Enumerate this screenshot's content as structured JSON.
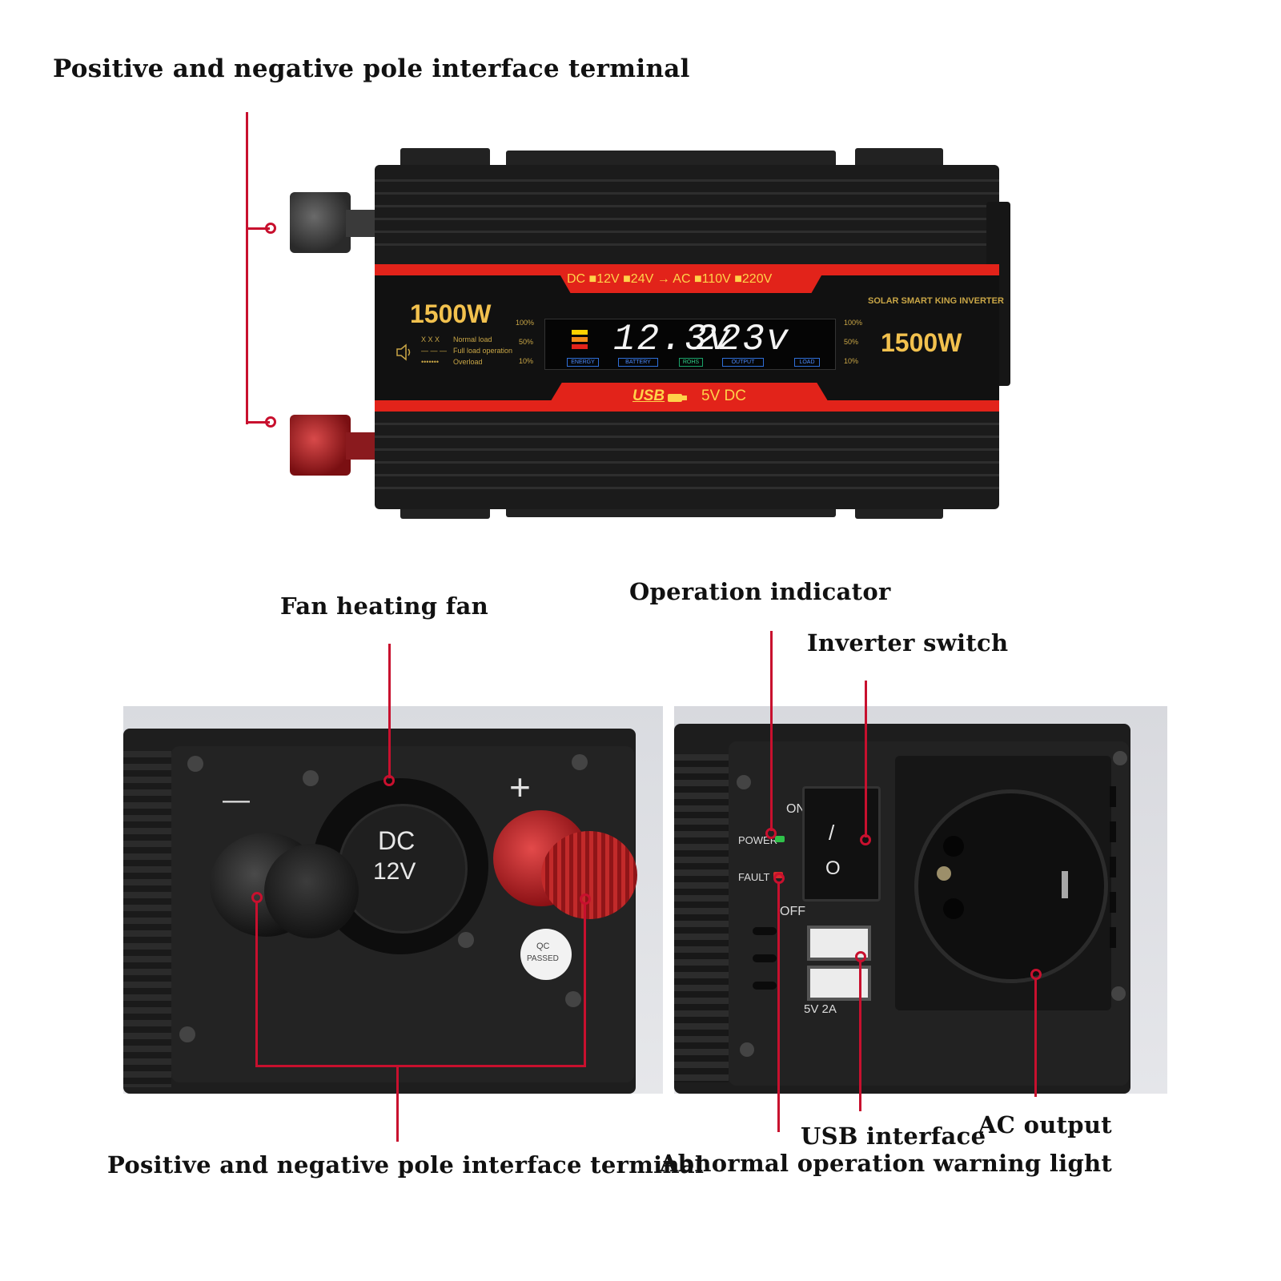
{
  "labels": {
    "top_terminal": "Positive and negative pole interface terminal",
    "fan": "Fan heating fan",
    "operation_indicator": "Operation indicator",
    "inverter_switch": "Inverter switch",
    "usb_interface": "USB interface",
    "ac_output": "AC output",
    "bottom_terminal": "Positive and negative pole interface terminal",
    "warning_light": "Abnormal operation warning light"
  },
  "inverter": {
    "mode_line": "DC ■12V ■24V → AC ■110V ■220V",
    "watt_left": "1500W",
    "watt_right": "1500W",
    "brand": "SOLAR SMART KING INVERTER",
    "lcd_left": "12.3v",
    "lcd_right": "223v",
    "lcd_tags": [
      "ENERGY",
      "BATTERY",
      "ROHS",
      "OUTPUT",
      "LOAD"
    ],
    "pct_left": [
      "100%",
      "50%",
      "10%"
    ],
    "pct_right": [
      "100%",
      "50%",
      "10%"
    ],
    "legend": [
      "Normal load",
      "Full load operation",
      "Overload"
    ],
    "legend_marks": [
      "X X X",
      "— — —",
      "•••••••"
    ],
    "usb_logo": "USB",
    "usb_text": "5V DC"
  },
  "fan_side": {
    "minus": "—",
    "plus": "+",
    "fan_dc": "DC",
    "fan_v": "12V",
    "qc_1": "QC",
    "qc_2": "PASSED"
  },
  "ac_side": {
    "on": "ON",
    "off": "OFF",
    "power": "POWER",
    "fault": "FAULT",
    "switch_on": "/",
    "switch_off": "O",
    "usb_rating": "5V  2A"
  },
  "colors": {
    "leader": "#c8102e",
    "accent_red": "#e2231a",
    "gold": "#f2c14e"
  }
}
